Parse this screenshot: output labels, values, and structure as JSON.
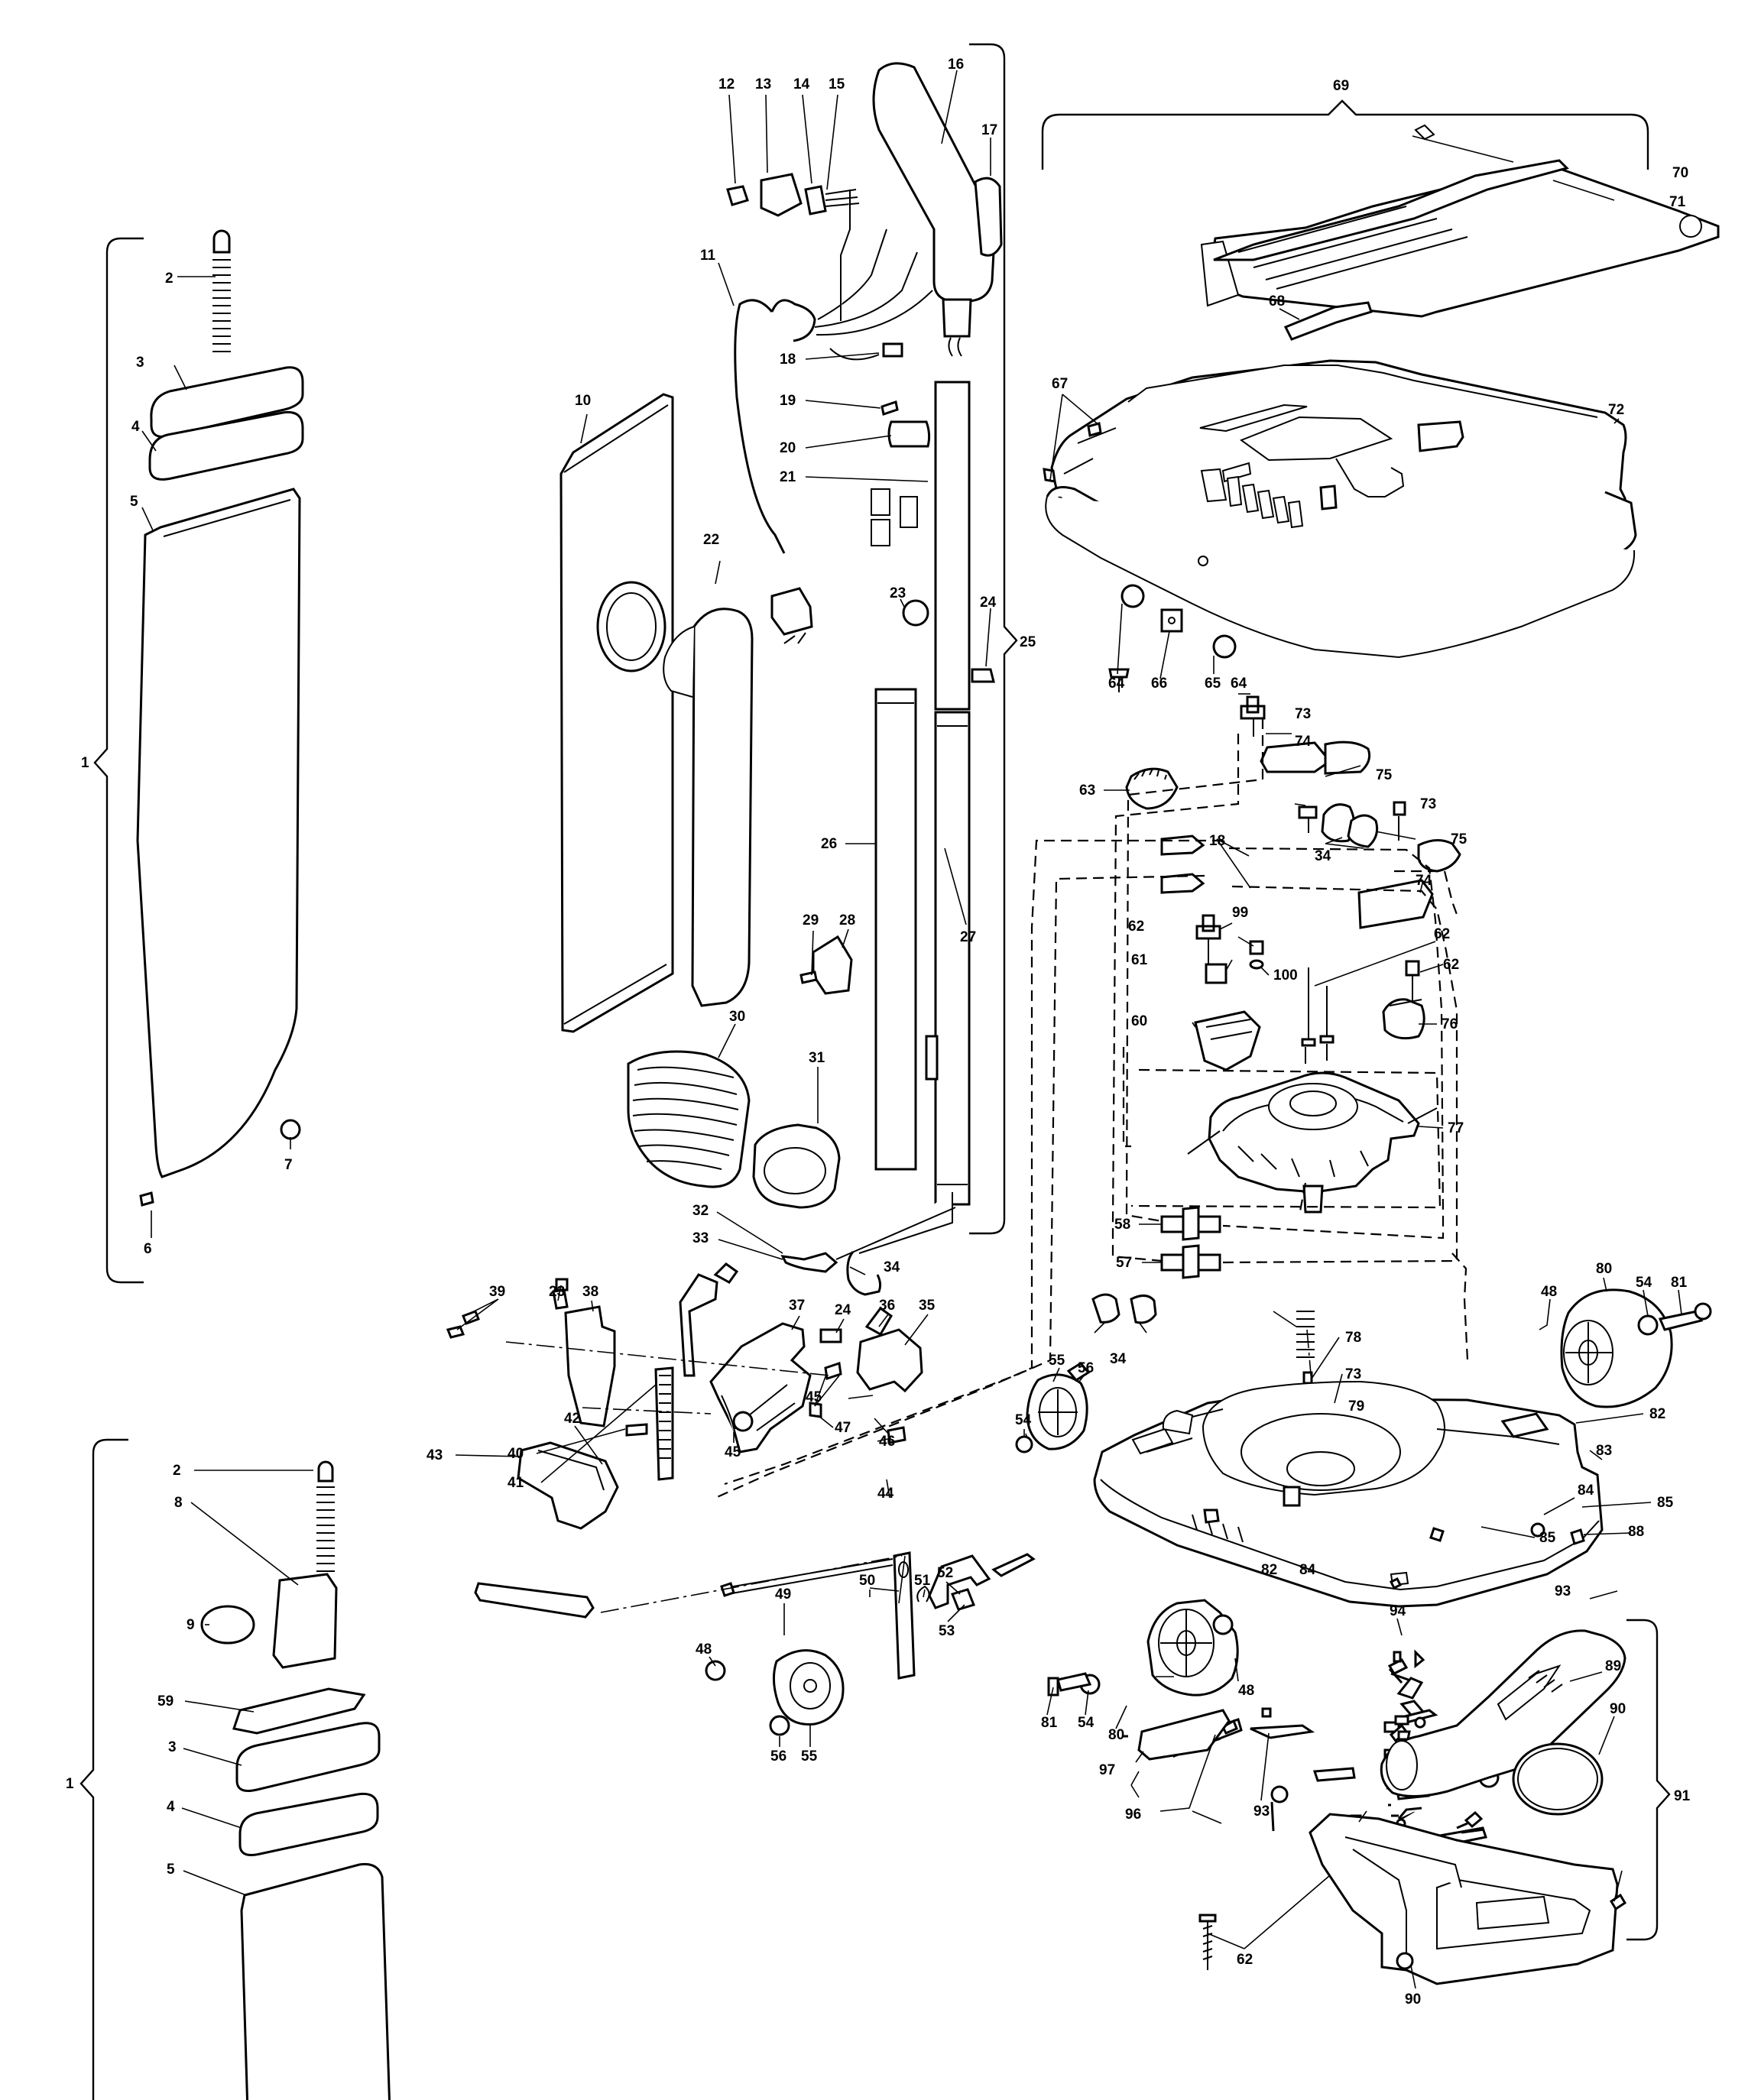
{
  "labels": {
    "l1a": "1",
    "l2a": "2",
    "l3a": "3",
    "l4a": "4",
    "l5a": "5",
    "l6": "6",
    "l7": "7",
    "l1b": "1",
    "l2b": "2",
    "l8": "8",
    "l9": "9",
    "l59": "59",
    "l3b": "3",
    "l4b": "4",
    "l5b": "5",
    "l10": "10",
    "l11": "11",
    "l12": "12",
    "l13": "13",
    "l14": "14",
    "l15": "15",
    "l16": "16",
    "l17": "17",
    "l18a": "18",
    "l19": "19",
    "l20": "20",
    "l21": "21",
    "l22": "22",
    "l23a": "23",
    "l24a": "24",
    "l25": "25",
    "l26": "26",
    "l27": "27",
    "l28": "28",
    "l29": "29",
    "l30": "30",
    "l31": "31",
    "l32": "32",
    "l33": "33",
    "l34a": "34",
    "l35": "35",
    "l36": "36",
    "l37": "37",
    "l38": "38",
    "l39": "39",
    "l23b": "23",
    "l24b": "24",
    "l40": "40",
    "l41": "41",
    "l42": "42",
    "l43": "43",
    "l44": "44",
    "l45a": "45",
    "l45b": "45",
    "l46": "46",
    "l47": "47",
    "l48a": "48",
    "l49": "49",
    "l50": "50",
    "l51": "51",
    "l52": "52",
    "l53": "53",
    "l54a": "54",
    "l55a": "55",
    "l56a": "56",
    "l55b": "55",
    "l56b": "56",
    "l69": "69",
    "l70": "70",
    "l71": "71",
    "l68": "68",
    "l67": "67",
    "l72": "72",
    "l64a": "64",
    "l66": "66",
    "l65": "65",
    "l64b": "64",
    "l73a": "73",
    "l74a": "74",
    "l75a": "75",
    "l63": "63",
    "l73b": "73",
    "l18b": "18",
    "l75b": "75",
    "l34b": "34",
    "l74b": "74",
    "l62a": "62",
    "l99": "99",
    "l62b": "62",
    "l61": "61",
    "l100": "100",
    "l62c": "62",
    "l60": "60",
    "l76": "76",
    "l77": "77",
    "l58": "58",
    "l57": "57",
    "l48b": "48",
    "l80a": "80",
    "l54b": "54",
    "l81a": "81",
    "l78": "78",
    "l73c": "73",
    "l79": "79",
    "l34c": "34",
    "l82a": "82",
    "l83": "83",
    "l84a": "84",
    "l85a": "85",
    "l88": "88",
    "l82b": "82",
    "l84b": "84",
    "l85b": "85",
    "l93a": "93",
    "l48c": "48",
    "l81b": "81",
    "l54c": "54",
    "l80b": "80",
    "l94": "94",
    "l89": "89",
    "l97": "97",
    "l96": "96",
    "l93b": "93",
    "l62d": "62",
    "l90a": "90",
    "l91": "91",
    "l90b": "90"
  }
}
